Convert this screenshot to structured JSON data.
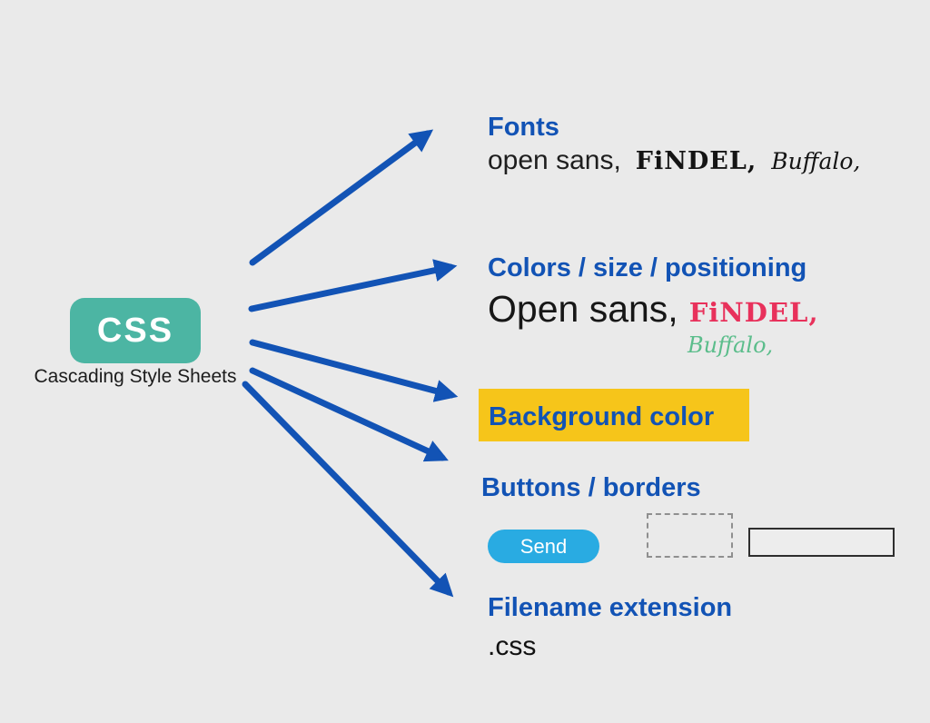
{
  "colors": {
    "page_background": "#eaeaea",
    "accent_blue": "#1253b5",
    "node_teal": "#4cb5a3",
    "highlight_yellow": "#f6c51a",
    "send_button_blue": "#29abe2",
    "findel_pink": "#e8315b",
    "buffalo_green": "#5bbd8b"
  },
  "css_node": {
    "label": "CSS",
    "caption": "Cascading Style Sheets"
  },
  "sections": {
    "fonts": {
      "title": "Fonts",
      "samples": {
        "open_sans": "open sans,",
        "findel": "FiNDEL,",
        "buffalo": "Buffalo,"
      }
    },
    "colors_size_positioning": {
      "title": "Colors / size / positioning",
      "samples": {
        "open_sans": "Open sans,",
        "findel": "FiNDEL,",
        "buffalo": "Buffalo,"
      }
    },
    "background_color": {
      "title": "Background color"
    },
    "buttons_borders": {
      "title": "Buttons / borders",
      "send_label": "Send"
    },
    "filename_extension": {
      "title": "Filename extension",
      "value": ".css"
    }
  }
}
